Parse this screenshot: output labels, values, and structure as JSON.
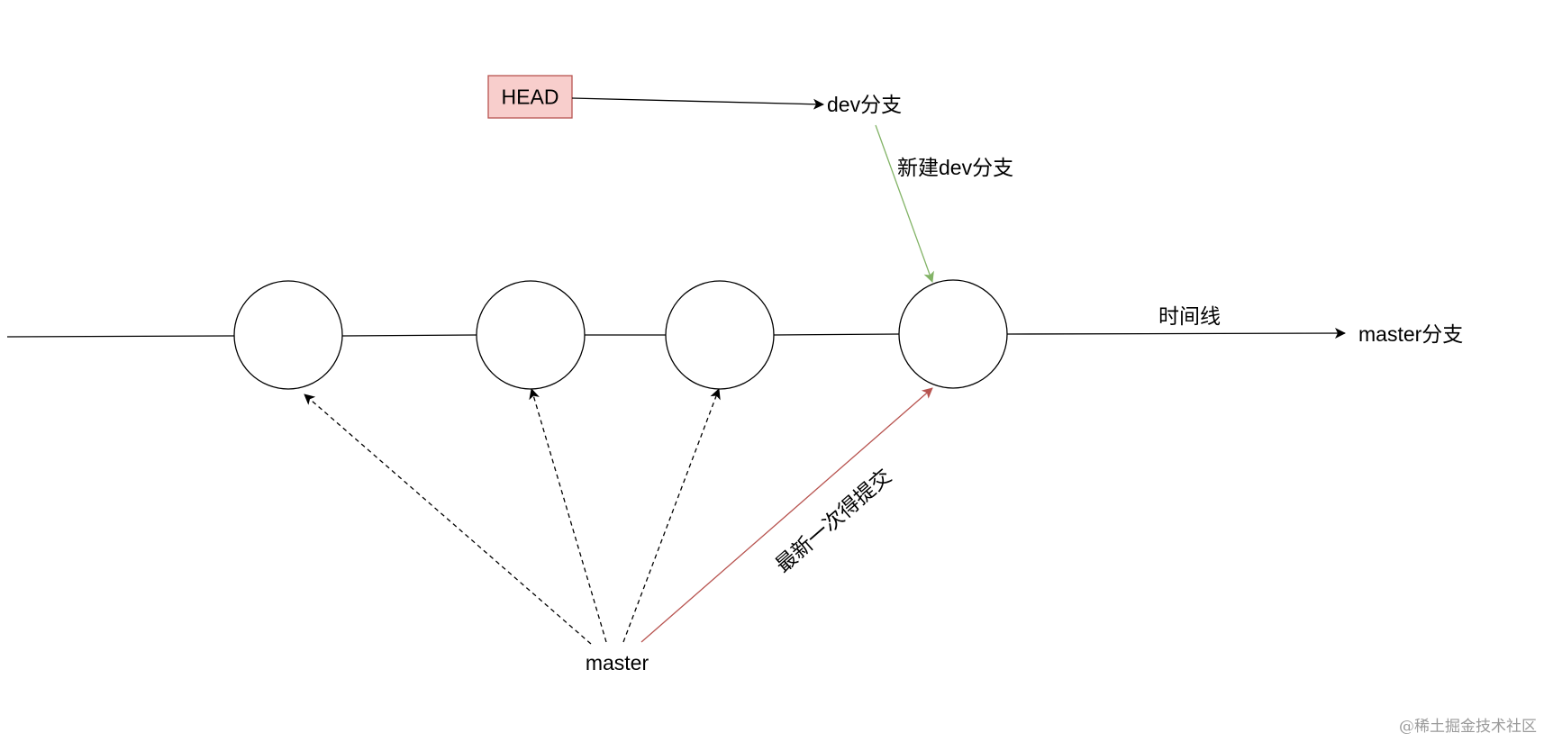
{
  "labels": {
    "head": "HEAD",
    "dev_branch": "dev分支",
    "new_dev_branch": "新建dev分支",
    "timeline": "时间线",
    "master_branch": "master分支",
    "master": "master",
    "latest_commit": "最新一次得提交"
  },
  "watermark": "@稀土掘金技术社区",
  "colors": {
    "head_box_fill": "#f8cecc",
    "head_box_stroke": "#b85450",
    "green_arrow": "#82b366",
    "red_arrow": "#b85450",
    "line": "#000000"
  },
  "commits": [
    {
      "id": "commit-1"
    },
    {
      "id": "commit-2"
    },
    {
      "id": "commit-3"
    },
    {
      "id": "commit-4",
      "latest": true
    }
  ]
}
